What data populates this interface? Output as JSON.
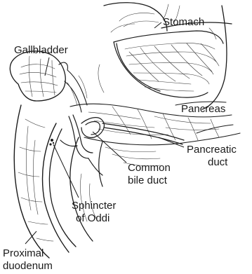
{
  "labels": {
    "stomach": "Stomach",
    "gallbladder": "Gallbladder",
    "pancreas": "Pancreas",
    "pancreatic_duct_1": "Pancreatic",
    "pancreatic_duct_2": "duct",
    "common_bile_duct_1": "Common",
    "common_bile_duct_2": "bile duct",
    "sphincter_1": "Sphincter",
    "sphincter_2": "of Oddi",
    "duodenum_1": "Proximal",
    "duodenum_2": "duodenum"
  }
}
